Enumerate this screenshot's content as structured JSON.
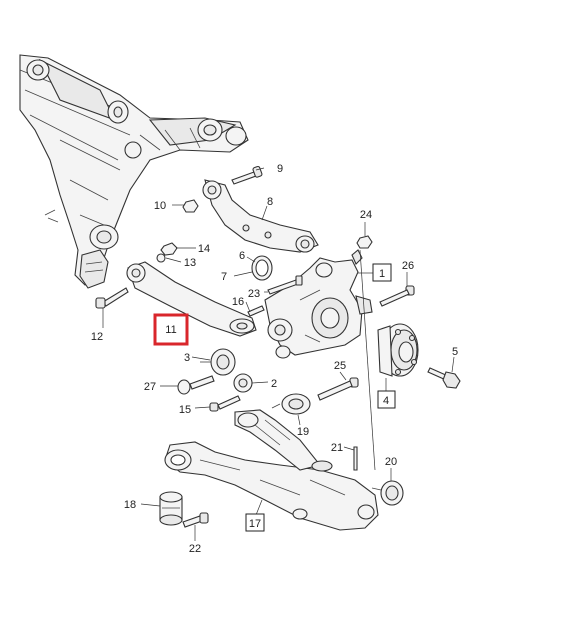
{
  "callouts": {
    "c1": "1",
    "c2": "2",
    "c3": "3",
    "c4": "4",
    "c5": "5",
    "c6": "6",
    "c7": "7",
    "c8": "8",
    "c9": "9",
    "c10": "10",
    "c11": "11",
    "c12": "12",
    "c13": "13",
    "c14": "14",
    "c15": "15",
    "c16": "16",
    "c17": "17",
    "c18": "18",
    "c19": "19",
    "c20": "20",
    "c21": "21",
    "c22": "22",
    "c23": "23",
    "c24": "24",
    "c25": "25",
    "c26": "26",
    "c27": "27"
  },
  "highlight": {
    "callout": "11",
    "color": "#d9262b"
  },
  "colors": {
    "line": "#333333",
    "fill": "#f4f4f4",
    "background": "#ffffff"
  }
}
